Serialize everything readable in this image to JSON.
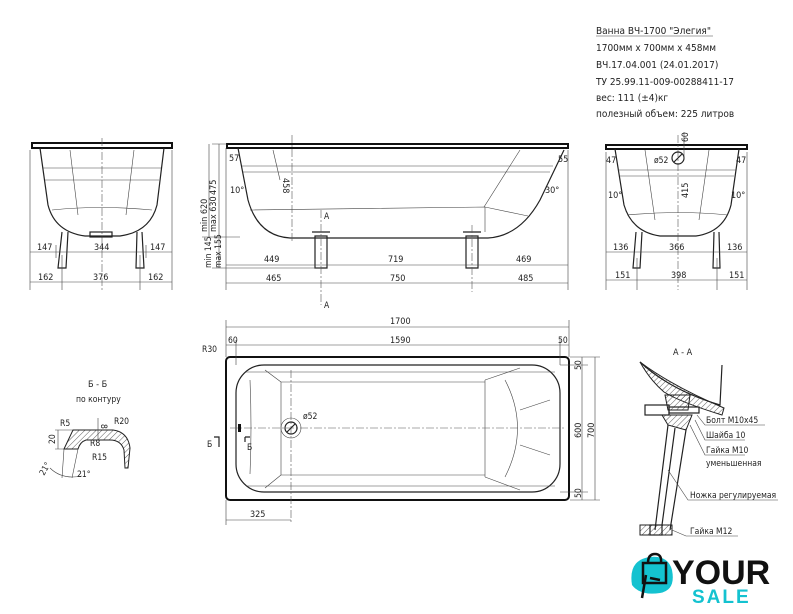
{
  "title_block": {
    "name": "Ванна ВЧ-1700 \"Элегия\"",
    "size": "1700мм x 700мм x 458мм",
    "code": "ВЧ.17.04.001 (24.01.2017)",
    "spec": "ТУ 25.99.11-009-00288411-17",
    "weight": "вес: 111 (±4)кг",
    "volume": "полезный объем: 225 литров"
  },
  "front_view": {
    "dim_leg_inner": [
      "147",
      "344",
      "147"
    ],
    "dim_leg_outer": [
      "162",
      "376",
      "162"
    ]
  },
  "side_view": {
    "height_total": "min 620",
    "height_total_max": "max 630",
    "height_bowl": "475",
    "leg_height_min": "min 145",
    "leg_height_max": "max 155",
    "rim_left": "57",
    "rim_right": "55",
    "angle_left": "10°",
    "angle_right": "30°",
    "depth": "458",
    "section_mark": "A",
    "dim_inner": [
      "449",
      "719",
      "469"
    ],
    "dim_outer": [
      "465",
      "750",
      "485"
    ]
  },
  "end_view": {
    "overflow_offset": "60",
    "overflow_diameter": "ø52",
    "rim_left": "47",
    "rim_right": "47",
    "angle_left": "10°",
    "angle_right": "10°",
    "depth": "415",
    "dim_inner": [
      "136",
      "366",
      "136"
    ],
    "dim_outer": [
      "151",
      "398",
      "151"
    ]
  },
  "top_view": {
    "length": "1700",
    "inner_length": "1590",
    "rim_left": "60",
    "rim_right": "50",
    "corner_radius": "R30",
    "drain_diameter": "ø52",
    "width": "700",
    "inner_width": "600",
    "rim_top": "50",
    "rim_bottom": "50",
    "drain_offset": "325",
    "section_mark": "Б"
  },
  "section_b": {
    "title": "Б - Б",
    "subtitle": "по контуру",
    "r5": "R5",
    "r20": "R20",
    "r8": "R8",
    "r15": "R15",
    "h20": "20",
    "t8": "8",
    "angle1": "21°",
    "angle2": "21°"
  },
  "section_a": {
    "title": "A - A",
    "labels": [
      "Болт M10x45",
      "Шайба 10",
      "Гайка M10",
      "уменьшенная",
      "Ножка регулируемая",
      "Гайка M12"
    ]
  },
  "logo": {
    "line1": "YOUR",
    "line2": "SALE",
    "accent": "#14c2d0"
  }
}
